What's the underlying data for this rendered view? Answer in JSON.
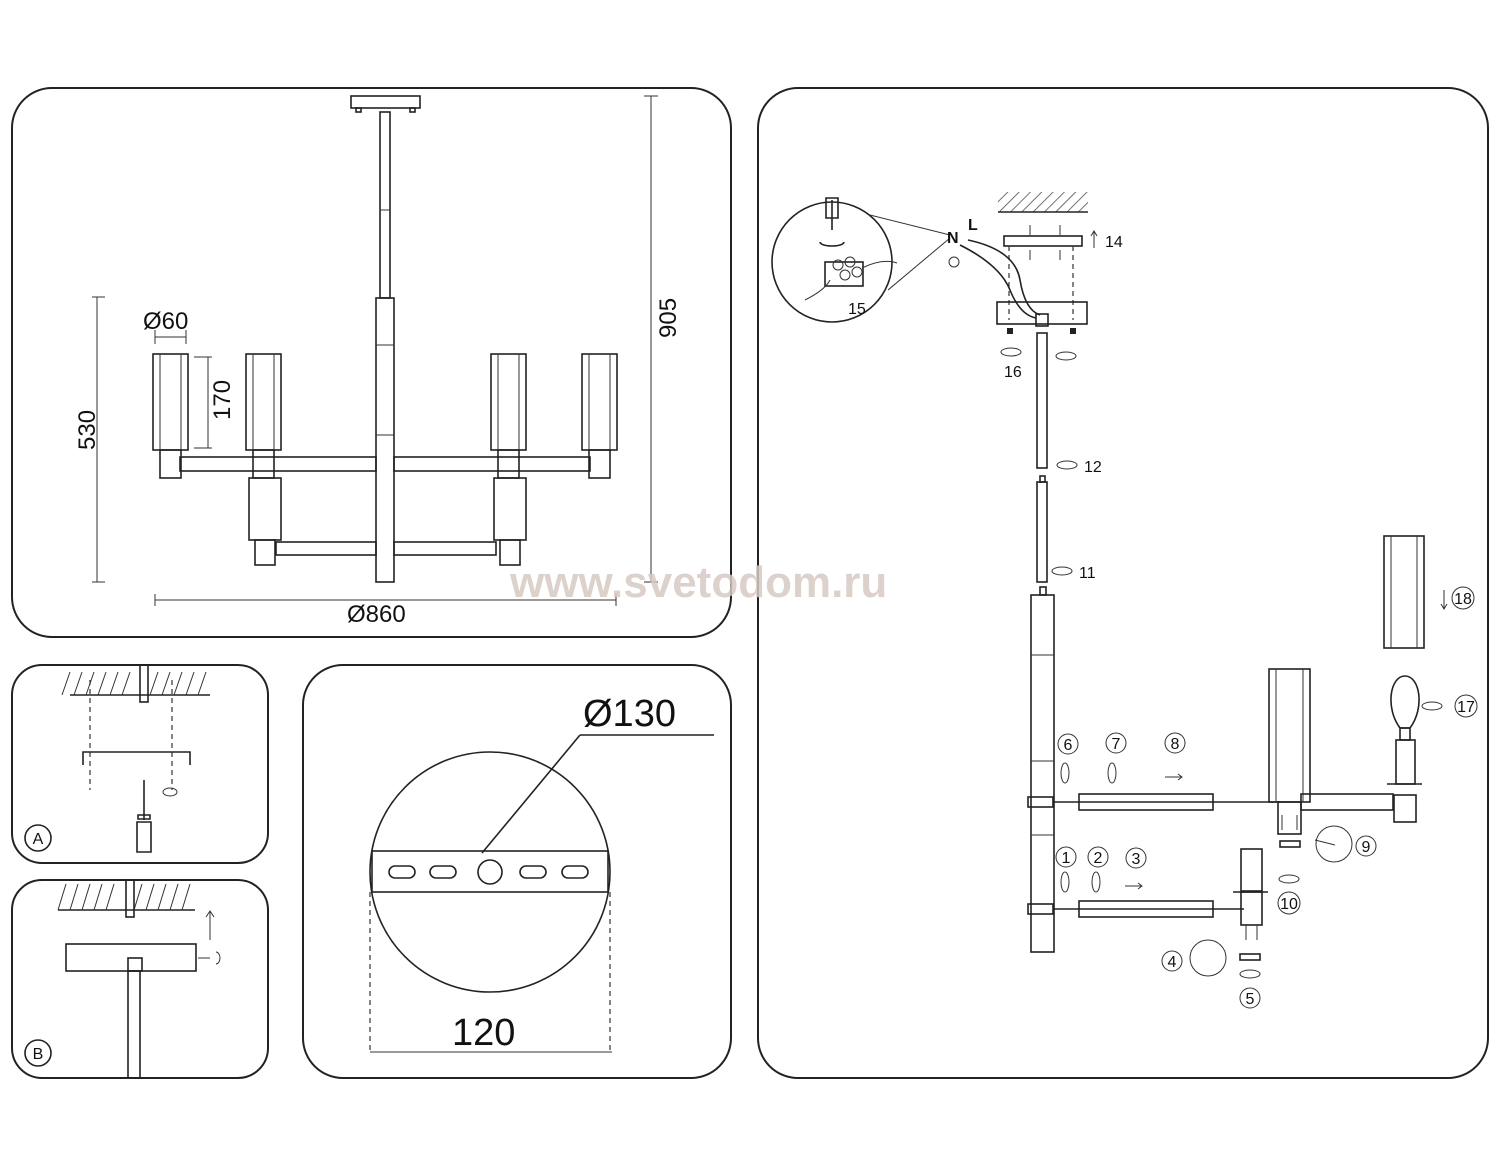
{
  "watermark": "www.svetodom.ru",
  "dimensions": {
    "shade_diameter": "Ø60",
    "shade_height": "170",
    "body_height": "530",
    "total_height": "905",
    "total_diameter": "Ø860",
    "canopy_diameter": "Ø130",
    "mount_spacing": "120"
  },
  "mount_labels": {
    "a": "A",
    "b": "B"
  },
  "wiring": {
    "neutral": "N",
    "live": "L"
  },
  "steps": [
    "1",
    "2",
    "3",
    "4",
    "5",
    "6",
    "7",
    "8",
    "9",
    "10",
    "11",
    "12",
    "14",
    "15",
    "16",
    "17",
    "18"
  ]
}
